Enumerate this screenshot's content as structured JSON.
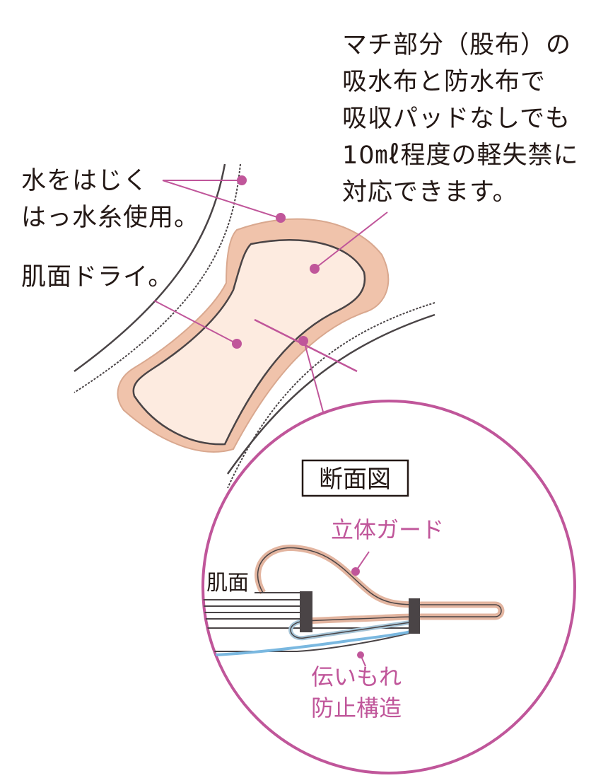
{
  "callouts": {
    "crotch_cloth": [
      "マチ部分（股布）の",
      "吸水布と防水布で",
      "吸収パッドなしでも",
      "10㎖程度の軽失禁に",
      "対応できます。"
    ],
    "water_repellent": [
      "水をはじく",
      "はっ水糸使用。"
    ],
    "skin_dry": "肌面ドライ。"
  },
  "cross_section": {
    "title": "断面図",
    "guard_label": "立体ガード",
    "skin_side_label": "肌面",
    "leak_guard_label": [
      "伝いもれ",
      "防止構造"
    ]
  },
  "colors": {
    "accent_pink": "#c0569a",
    "pad_fill": "#fdebe0",
    "pad_border": "#f0c3ab",
    "outline": "#4a4446",
    "blue_layer": "#7ab8e0"
  }
}
